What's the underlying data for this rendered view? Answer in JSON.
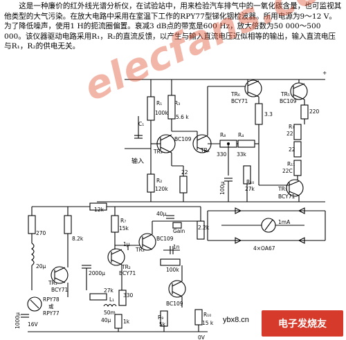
{
  "description": "这是一种廉价的红外线光谱分析仪，在试验站中，用来检验汽车排气中的一氧化碳含量，也可监视其他类型的大气污染。在放大电路中采用在室温下工作的RPY77型锑化铟检波器。所用电源为9～12 V。为了降低噪声，使用1 H的扼流圈偏置。衰减3 dB点的带宽是600 Hz，放大倍数为50 000～500 000。该仪器驱动电路采用R₁，R₂的直流反馈，以产生与输入直流电压近似相等的输出，输入直流电压与R₁，R₂的供电无关。",
  "labels": {
    "tr6": "TR₆",
    "bcy71_a": "BCY71",
    "tr5": "TR₅",
    "bc109_a": "BC109",
    "r220": "220",
    "r1": "R₁",
    "r100k_a": "100k",
    "r3": "R₃",
    "r5k6": "5.6 k",
    "c1": "C₁",
    "r3_3": "3.3",
    "tr3": "TR₃",
    "bc109_b": "BC109",
    "tr4": "TR₄",
    "r8": "R₈",
    "r330": "330",
    "r4": "R₄",
    "r33k": "33k",
    "r7": "R₇",
    "r22_a": "22",
    "r22_b": "22",
    "r22c": "22C",
    "r11": "R₁₁",
    "input": "输入",
    "r2": "R₂",
    "r120k": "120k",
    "r22_c": "22",
    "c100u": "100μ",
    "r27k_a": "27k",
    "r10": "R₁₀",
    "tr7": "TR₇",
    "bcy71_b": "BCY71",
    "r12k": "12k",
    "r270": "270",
    "r8_2k": "8.2k",
    "r15k": "15k",
    "c40u_a": "40μ",
    "gain": "Gain",
    "r2_2k": "2.2k",
    "meter": "1mA",
    "diodes": "4×OA67",
    "c1u": "1μ",
    "c20u": "20μ",
    "tr1": "TR₁",
    "bcy71_c": "BCY71",
    "c2000u": "2000μ",
    "tr2": "TR₂",
    "bcy71_d": "BCY71",
    "bc109_c": "BC109",
    "r100k_b": "100k",
    "c1n": "1n",
    "r27k_b": "27k",
    "l1": "L₁",
    "r330_b": "330",
    "c50m": "50m",
    "c40u_b": "40μ",
    "r1k": "1k",
    "rpy78": "RPY78",
    "or": "或",
    "rpy77": "RPY77",
    "c1000u": "1000μ",
    "v16": "16V",
    "bc109_d": "BC109",
    "r9": "R₉",
    "r5k": "5k",
    "r10b": "R₁₀",
    "r15k_b": "15 k",
    "ov": "0V",
    "plus": "+"
  },
  "footer": {
    "url": "ybx8.cn",
    "logo": "电子发烧友"
  },
  "watermark": "elecfans.com"
}
